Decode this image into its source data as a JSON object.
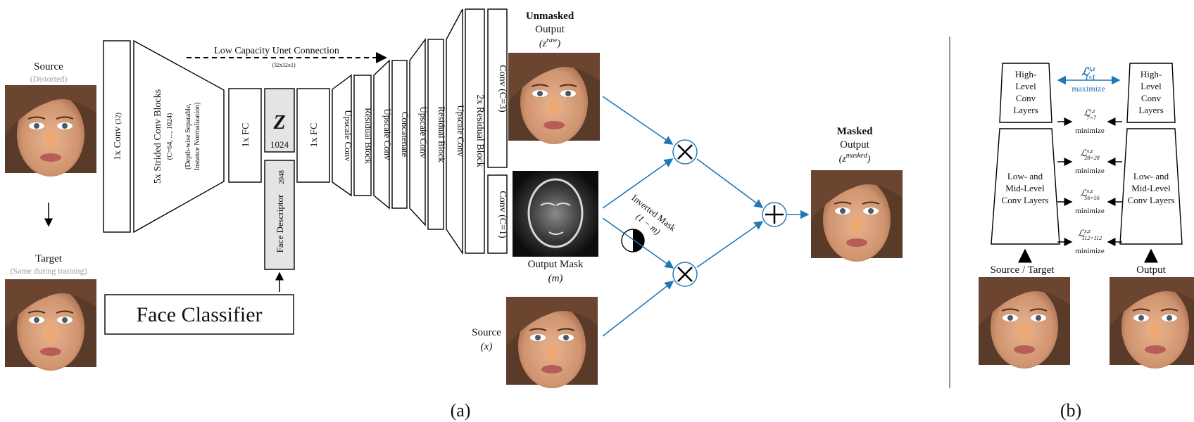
{
  "panel_a": {
    "source_label": "Source",
    "source_sub": "(Distorted)",
    "target_label": "Target",
    "target_sub": "(Same during training)",
    "face_classifier": "Face Classifier",
    "conv1": "1x Conv",
    "conv1_c": "(32)",
    "strided_title": "5x Strided Conv Blocks",
    "strided_c": "(C=64, ..., 1024)",
    "strided_note1": "(Depth-wise Separable,",
    "strided_note2": "Instance Normalization)",
    "fc1": "1x FC",
    "z_symbol": "Z",
    "z_dim": "1024",
    "fc2": "1x FC",
    "face_descriptor": "Face Descriptor",
    "face_descriptor_dim": "2048",
    "unet_label": "Low Capacity Unet Connection",
    "unet_dim": "(32x32x1)",
    "decoder": [
      "Upscale Conv",
      "Residual Block",
      "Upscale Conv",
      "Concatenate",
      "Upscale Conv",
      "Residual Block",
      "Upscale Conv",
      "2x Residual Block"
    ],
    "conv_c3": "Conv (C=3)",
    "conv_c1": "Conv (C=1)",
    "unmasked_bold": "Unmasked",
    "unmasked_out": "Output",
    "unmasked_sym": "(z",
    "unmasked_sup": "raw",
    "output_mask": "Output Mask",
    "mask_sym": "(m)",
    "inverted_mask": "Inverted Mask",
    "inverted_sym": "(1 − m)",
    "source2": "Source",
    "source2_sym": "(x)",
    "masked_bold": "Masked",
    "masked_out": "Output",
    "masked_sym": "(z",
    "masked_sup": "masked",
    "caption": "(a)"
  },
  "panel_b": {
    "left_high": [
      "High-",
      "Level",
      "Conv",
      "Layers"
    ],
    "right_high": [
      "High-",
      "Level",
      "Conv",
      "Layers"
    ],
    "left_low": [
      "Low- and",
      "Mid-Level",
      "Conv Layers"
    ],
    "right_low": [
      "Low- and",
      "Mid-Level",
      "Conv Layers"
    ],
    "losses": [
      {
        "sup": "t,z",
        "sub": "1×1",
        "note": "maximize"
      },
      {
        "sup": "t,z",
        "sub": "7×7",
        "note": "minimize"
      },
      {
        "sup": "x,z",
        "sub": "28×28",
        "note": "minimize"
      },
      {
        "sup": "x,z",
        "sub": "56×56",
        "note": "minimize"
      },
      {
        "sup": "x,z",
        "sub": "112×112",
        "note": "minimize"
      }
    ],
    "loss_symbol": "ℒ",
    "source_target": "Source / Target",
    "output": "Output",
    "caption": "(b)"
  },
  "colors": {
    "arrow_blue": "#1f77b4",
    "descriptor_grey": "#e4e4e4",
    "skin": "#d9a07e",
    "hair": "#6b4530"
  }
}
